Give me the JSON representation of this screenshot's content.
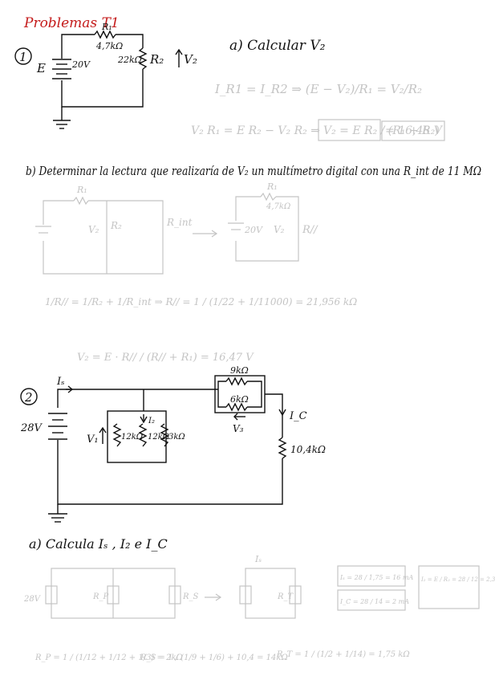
{
  "header": {
    "title": "Problemas T1"
  },
  "problem1": {
    "number": "1",
    "circuit": {
      "source_label": "E",
      "source_value": "20V",
      "r1_label": "R₁",
      "r1_value": "4,7kΩ",
      "r2_value": "22kΩ",
      "r2_label": "R₂",
      "v2_label": "V₂"
    },
    "part_a": {
      "prompt": "a) Calcular V₂",
      "eq1": "I_R1 = I_R2 ⇒ (E − V₂)/R₁ = V₂/R₂",
      "eq2_lhs": "V₂ R₁ = E R₂ − V₂ R₂ ⇒",
      "eq2_mid": "V₂ = E R₂ / (R₁ + R₂)",
      "eq2_result": "= 16,48 V"
    },
    "part_b": {
      "prompt": "b) Determinar la lectura que realizaría de V₂ un multímetro digital con una R_int de 11 MΩ",
      "sketch_left_labels": [
        "R₁",
        "V₂",
        "R₂",
        "R_int"
      ],
      "sketch_right_labels": [
        "R₁",
        "4,7kΩ",
        "20V",
        "V₂",
        "R//"
      ],
      "eq_parallel": "1/R// = 1/R₂ + 1/R_int ⇒ R// = 1 / (1/22 + 1/11000) = 21,956 kΩ",
      "eq_v2": "V₂ = E · R// / (R// + R₁) = 16,47 V"
    }
  },
  "problem2": {
    "number": "2",
    "circuit": {
      "is_label": "Iₛ",
      "source_value": "28V",
      "v1_label": "V₁",
      "i2_label": "I₂",
      "r_a": "12kΩ",
      "r_b": "12kΩ",
      "r_c": "3kΩ",
      "r_top": "9kΩ",
      "r_mid": "6kΩ",
      "v3_label": "V₃",
      "ic_label": "I_C",
      "r_right": "10,4kΩ"
    },
    "part_a": {
      "prompt": "a) Calcula Iₛ , I₂ e I_C",
      "sketch_labels": [
        "28V",
        "R_P",
        "R_S",
        "Iₛ",
        "R_T"
      ],
      "result_is": "Iₛ = 28 / 1,75 = 16 mA",
      "result_i2": "I₂ = E / R₂ = 28 / 12 = 2,33 mA",
      "result_ic": "I_C = 28 / 14 = 2 mA",
      "eq_rp": "R_P = 1 / (1/12 + 1/12 + 1/3) = 2kΩ",
      "eq_rs": "R_S = 1 / (1/9 + 1/6) + 10,4 = 14kΩ",
      "eq_rt": "R_T = 1 / (1/2 + 1/14) = 1,75 kΩ"
    }
  },
  "colors": {
    "ink": "#111111",
    "faint": "#c4c4c4",
    "heading": "#c41b1b"
  }
}
